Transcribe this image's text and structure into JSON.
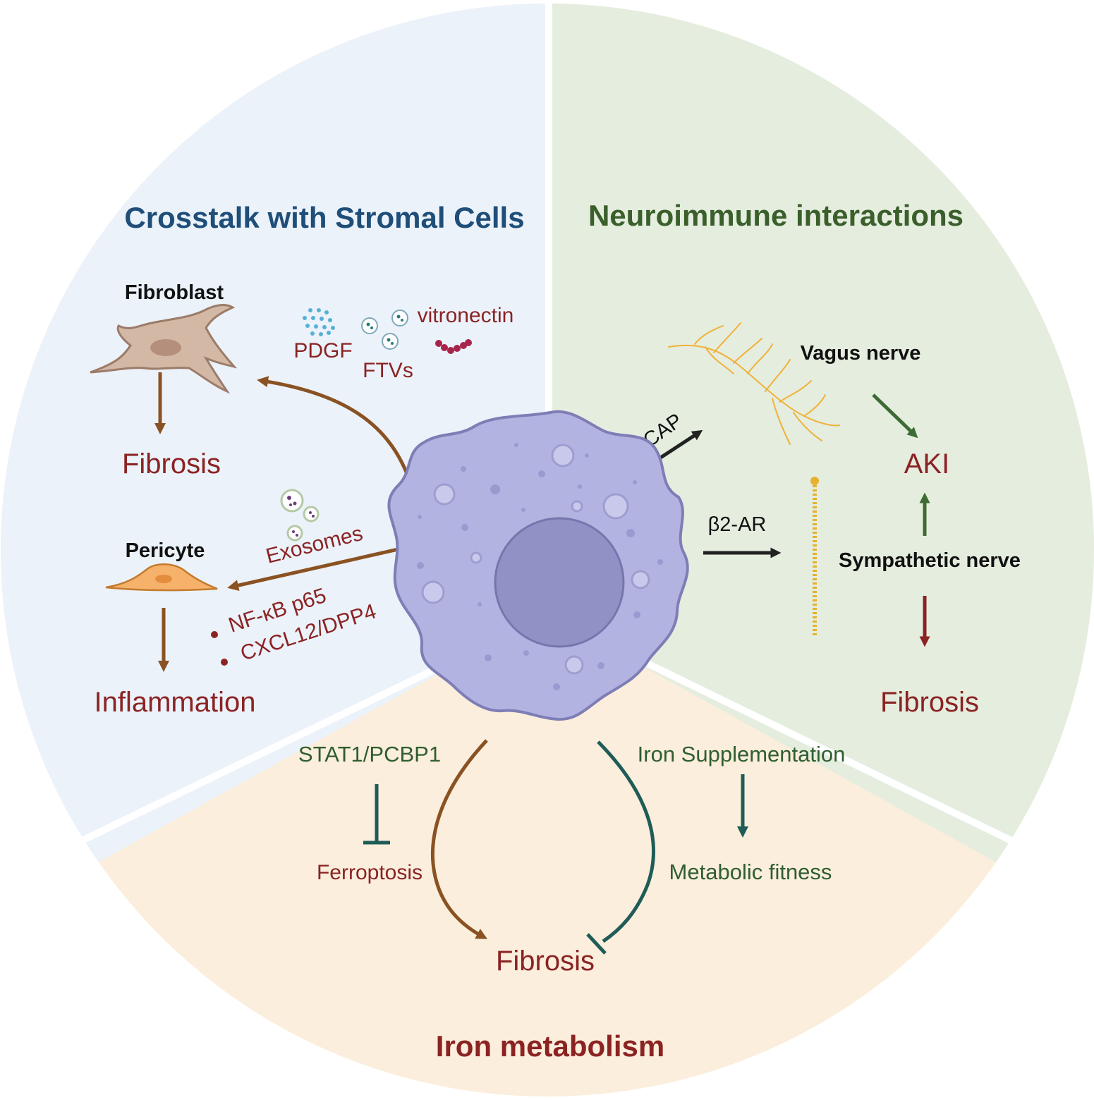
{
  "colors": {
    "stromal_bg": "#ebf2fa",
    "neuro_bg": "#e5eddf",
    "iron_bg": "#fbeedc",
    "title_blue": "#1f4e79",
    "title_green": "#3a5f2b",
    "title_red": "#8b2323",
    "arrow_brown": "#8a5222",
    "arrow_teal": "#1f5c57",
    "arrow_green": "#3e6b35",
    "arrow_red": "#8b2323",
    "arrow_black": "#222222",
    "cell_fill": "#b3b3e2",
    "cell_nucleus": "#9191c6"
  },
  "sections": {
    "stromal": {
      "title": "Crosstalk with Stromal Cells",
      "fibroblast_label": "Fibroblast",
      "fibroblast_outcome": "Fibrosis",
      "pericyte_label": "Pericyte",
      "pericyte_outcome": "Inflammation",
      "mediators": {
        "pdgf": "PDGF",
        "ftvs": "FTVs",
        "vitronectin": "vitronectin",
        "exosomes": "Exosomes",
        "pathway_1": "NF-κB p65",
        "pathway_2": "CXCL12/DPP4"
      }
    },
    "neuro": {
      "title": "Neuroimmune interactions",
      "vagus_label": "Vagus nerve",
      "sympathetic_label": "Sympathetic nerve",
      "cap_label": "CAP",
      "beta_label": "β2-AR",
      "aki_label": "AKI",
      "fibrosis_label": "Fibrosis"
    },
    "iron": {
      "title": "Iron metabolism",
      "stat_label": "STAT1/PCBP1",
      "ferroptosis_label": "Ferroptosis",
      "supplement_label": "Iron Supplementation",
      "fitness_label": "Metabolic fitness",
      "fibrosis_label": "Fibrosis"
    }
  },
  "icons": [
    "macrophage-cell-icon",
    "fibroblast-icon",
    "pericyte-icon",
    "vagus-nerve-icon",
    "sympathetic-nerve-icon",
    "pdgf-particles-icon",
    "ftv-vesicle-icon",
    "vitronectin-chain-icon",
    "exosome-vesicle-icon"
  ]
}
